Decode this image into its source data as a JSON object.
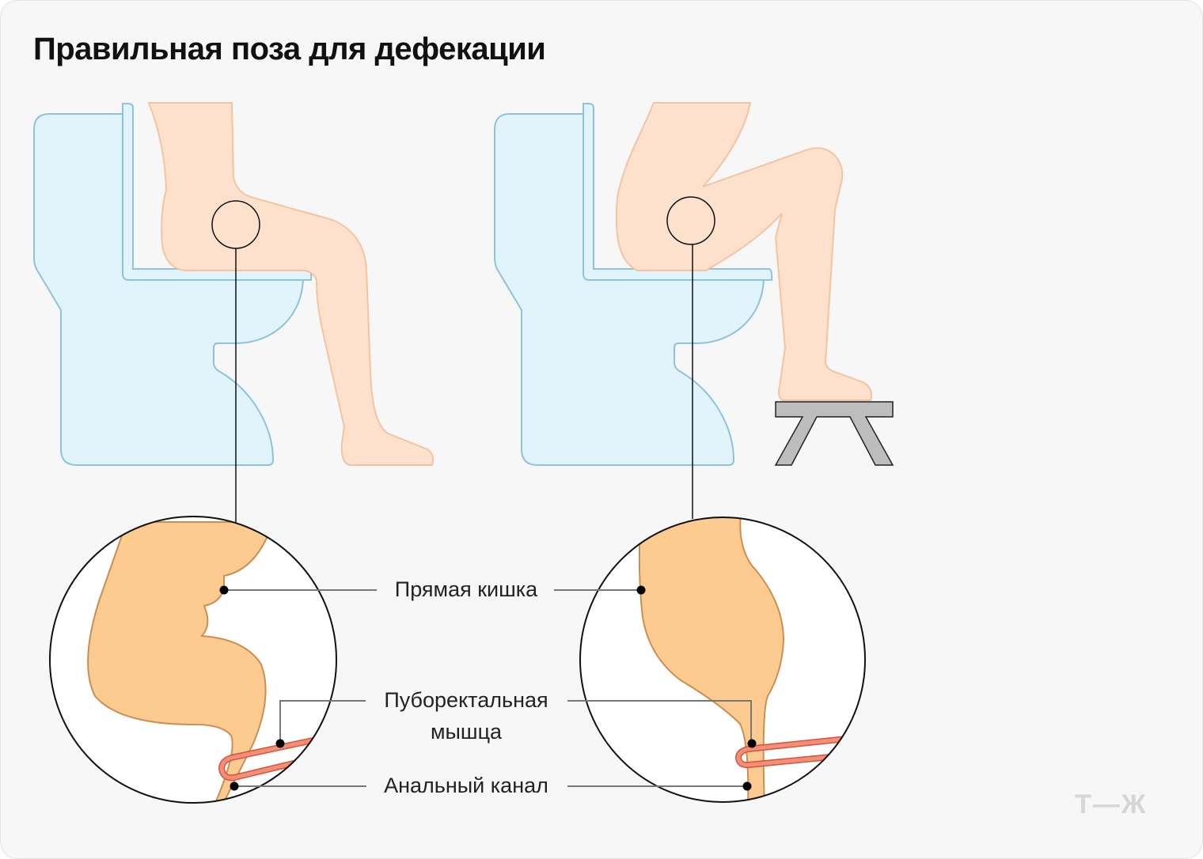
{
  "title": "Правильная поза для дефекации",
  "labels": {
    "rectum": "Прямая кишка",
    "puborectalis_line1": "Пуборектальная",
    "puborectalis_line2": "мышца",
    "anal_canal": "Анальный канал"
  },
  "logo": "Т—Ж",
  "colors": {
    "background": "#f7f7f7",
    "toilet_fill": "#e1f4fc",
    "toilet_stroke": "#8ec3dc",
    "skin": "#fde1cc",
    "skin_stroke": "#f2c4a2",
    "organ": "#fdca90",
    "organ_stroke": "#c98f52",
    "muscle": "#f38e77",
    "stool": "#bdbdbd"
  }
}
